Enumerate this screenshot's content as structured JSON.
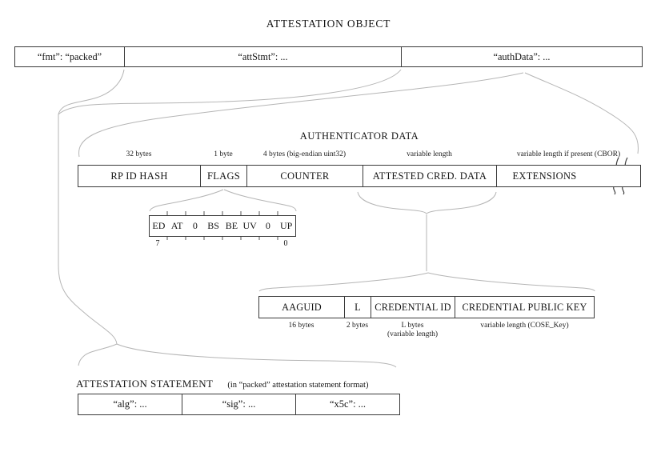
{
  "colors": {
    "box_border": "#3a3a3a",
    "connector_line": "#b5b5b5",
    "background": "#ffffff"
  },
  "attestation_object": {
    "title": "ATTESTATION OBJECT",
    "fields": [
      {
        "label": "“fmt”: “packed”"
      },
      {
        "label": "“attStmt”: ..."
      },
      {
        "label": "“authData”: ..."
      }
    ]
  },
  "authenticator_data": {
    "title": "AUTHENTICATOR DATA",
    "fields": [
      {
        "name": "RP ID HASH",
        "size": "32 bytes"
      },
      {
        "name": "FLAGS",
        "size": "1 byte"
      },
      {
        "name": "COUNTER",
        "size": "4 bytes (big-endian uint32)"
      },
      {
        "name": "ATTESTED CRED. DATA",
        "size": "variable length"
      },
      {
        "name": "EXTENSIONS",
        "size": "variable length if present (CBOR)"
      }
    ]
  },
  "flags_detail": {
    "bits": [
      "ED",
      "AT",
      "0",
      "BS",
      "BE",
      "UV",
      "0",
      "UP"
    ],
    "high_bit_index": "7",
    "low_bit_index": "0"
  },
  "attested_credential_data": {
    "fields": [
      {
        "name": "AAGUID",
        "size": "16 bytes"
      },
      {
        "name": "L",
        "size": "2 bytes"
      },
      {
        "name": "CREDENTIAL ID",
        "size": "L bytes",
        "note": "(variable length)"
      },
      {
        "name": "CREDENTIAL PUBLIC KEY",
        "size": "variable length (COSE_Key)"
      }
    ]
  },
  "attestation_statement": {
    "title": "ATTESTATION STATEMENT",
    "subtitle": "(in “packed” attestation statement format)",
    "fields": [
      {
        "label": "“alg”: ..."
      },
      {
        "label": "“sig”: ..."
      },
      {
        "label": "“x5c”: ..."
      }
    ]
  }
}
